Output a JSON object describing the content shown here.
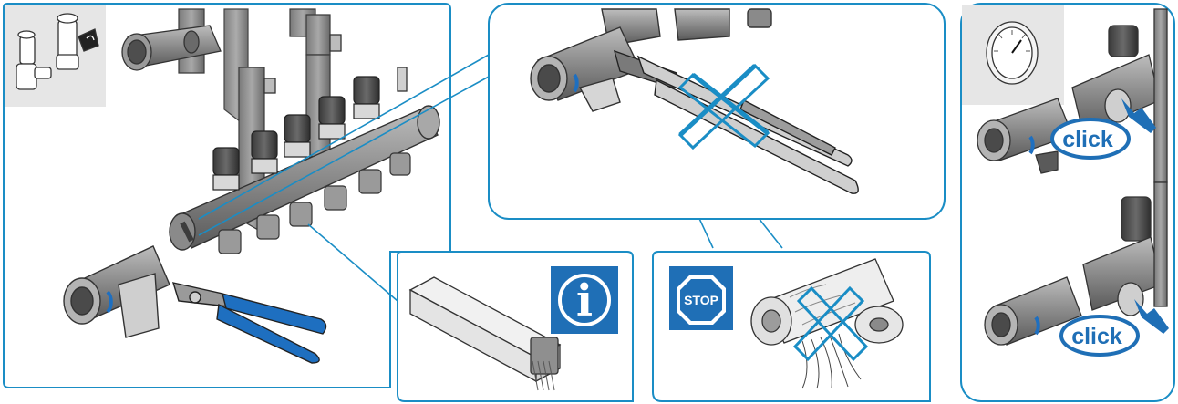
{
  "colors": {
    "frame": "#1a8dc5",
    "brand_blue": "#1f6fb6",
    "handle_blue": "#1e6fc0",
    "metal_light": "#c9c9c9",
    "metal_mid": "#9e9e9e",
    "metal_dark": "#5e5e5e",
    "inset_bg": "#e6e6e6"
  },
  "panels": {
    "install": {
      "icon": "valve-set-icon"
    },
    "no_wrench": {
      "icon": "pipe-wrench-icon",
      "mark": "prohibited-cross"
    },
    "info": {
      "icon": "information-icon",
      "glyph": "i"
    },
    "stop": {
      "icon": "stop-sign-icon",
      "label": "STOP",
      "mark": "prohibited-cross"
    },
    "thermometer": {
      "icon": "thermometer-gauge-icon",
      "callouts": [
        {
          "label": "click"
        },
        {
          "label": "click"
        }
      ]
    }
  }
}
